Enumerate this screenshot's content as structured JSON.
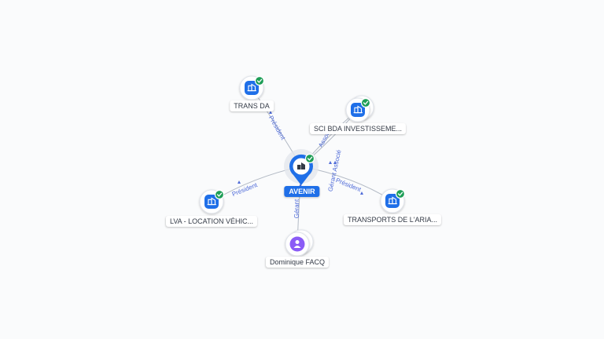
{
  "center": {
    "label": "AVENIR",
    "verified": true,
    "icon": "building-icon"
  },
  "nodes": [
    {
      "id": "trans_da",
      "label": "TRANS DA",
      "kind": "company",
      "verified": true,
      "stacked": false
    },
    {
      "id": "sci_bda",
      "label": "SCI BDA INVESTISSEME...",
      "kind": "company",
      "verified": true,
      "stacked": true
    },
    {
      "id": "lva",
      "label": "LVA - LOCATION VÉHIC...",
      "kind": "company",
      "verified": true,
      "stacked": false
    },
    {
      "id": "transports",
      "label": "TRANSPORTS DE L'ARIA...",
      "kind": "company",
      "verified": true,
      "stacked": false
    },
    {
      "id": "dominique",
      "label": "Dominique FACQ",
      "kind": "person",
      "verified": false,
      "stacked": true
    }
  ],
  "edges": [
    {
      "to": "trans_da",
      "label": "Président"
    },
    {
      "to": "sci_bda",
      "label": "Associé"
    },
    {
      "to": "lva",
      "label": "Président"
    },
    {
      "to": "transports",
      "label": "Président"
    },
    {
      "to": "dominique",
      "label": "Gérant"
    },
    {
      "to": "sci_bda",
      "label": "Gérant Associé"
    }
  ],
  "colors": {
    "accent": "#1f6fe8",
    "verified": "#1e9e57",
    "person": "#8b5cf6",
    "edge": "#b3bac5",
    "edge_label": "#4f6bd8"
  }
}
